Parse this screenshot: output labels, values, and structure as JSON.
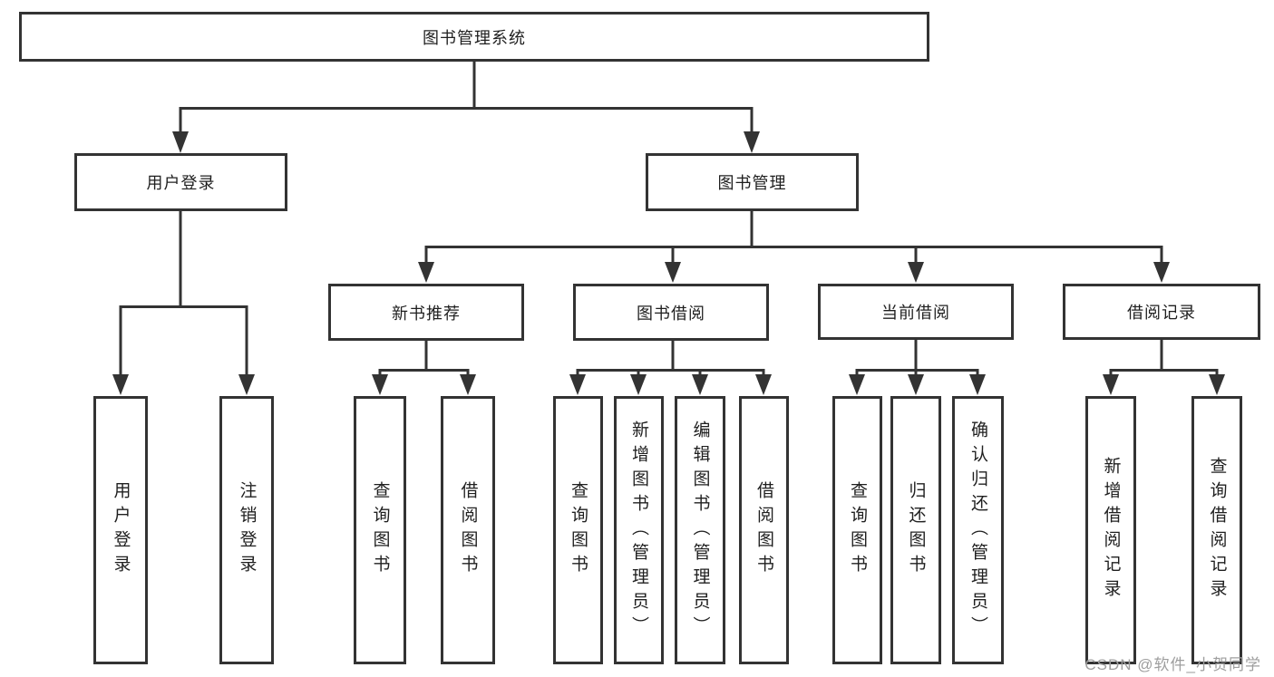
{
  "tree": {
    "label": "图书管理系统",
    "children": [
      {
        "label": "用户登录",
        "children": [
          {
            "label": "用户登录"
          },
          {
            "label": "注销登录"
          }
        ]
      },
      {
        "label": "图书管理",
        "children": [
          {
            "label": "新书推荐",
            "children": [
              {
                "label": "查询图书"
              },
              {
                "label": "借阅图书"
              }
            ]
          },
          {
            "label": "图书借阅",
            "children": [
              {
                "label": "查询图书"
              },
              {
                "label": "新增图书（管理员）"
              },
              {
                "label": "编辑图书（管理员）"
              },
              {
                "label": "借阅图书"
              }
            ]
          },
          {
            "label": "当前借阅",
            "children": [
              {
                "label": "查询图书"
              },
              {
                "label": "归还图书"
              },
              {
                "label": "确认归还（管理员）"
              }
            ]
          },
          {
            "label": "借阅记录",
            "children": [
              {
                "label": "新增借阅记录"
              },
              {
                "label": "查询借阅记录"
              }
            ]
          }
        ]
      }
    ]
  },
  "watermark": "CSDN @软件_小贺同学",
  "colors": {
    "line": "#333333",
    "text": "#1f1f1f",
    "watermark": "#9e9e9e",
    "background": "#ffffff"
  }
}
